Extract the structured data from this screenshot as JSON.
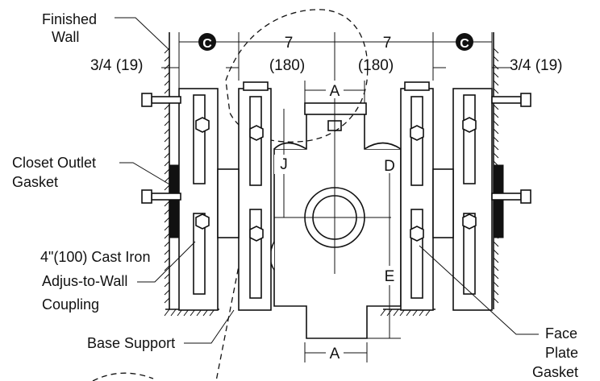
{
  "callouts": {
    "finished_wall_line1": "Finished",
    "finished_wall_line2": "Wall",
    "closet_outlet_line1": "Closet Outlet",
    "closet_outlet_line2": "Gasket",
    "cast_iron_line1": "4\"(100) Cast Iron",
    "cast_iron_line2": "Adjus-to-Wall",
    "cast_iron_line3": "Coupling",
    "base_support": "Base Support",
    "face_plate_line1": "Face",
    "face_plate_line2": "Plate",
    "face_plate_line3": "Gasket"
  },
  "dimensions": {
    "c_left": "C",
    "c_right": "C",
    "seven_left": "7",
    "seven_right": "7",
    "mm180_left": "(180)",
    "mm180_right": "(180)",
    "three_quarter_left": "3/4 (19)",
    "three_quarter_right": "3/4 (19)",
    "a_top": "A",
    "a_bottom": "A",
    "j": "J",
    "d": "D",
    "e": "E"
  }
}
